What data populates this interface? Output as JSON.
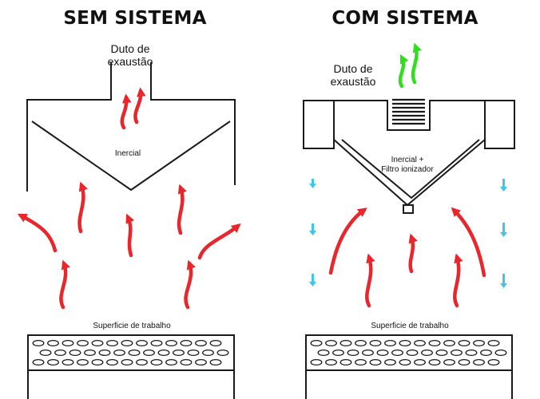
{
  "left_panel": {
    "title": "SEM SISTEMA",
    "duct_label": "Duto de\nexaustão",
    "hood_label": "Inercial",
    "surface_label": "Superficie de trabalho"
  },
  "right_panel": {
    "title": "COM SISTEMA",
    "duct_label": "Duto de\nexaustão",
    "hood_label": "Inercial +\nFiltro ionizador",
    "surface_label": "Superficie de trabalho"
  },
  "colors": {
    "polluted_air": "#e8262b",
    "clean_air": "#33dd1f",
    "downflow_air": "#39c8e8",
    "outline": "#1a1a1a"
  }
}
